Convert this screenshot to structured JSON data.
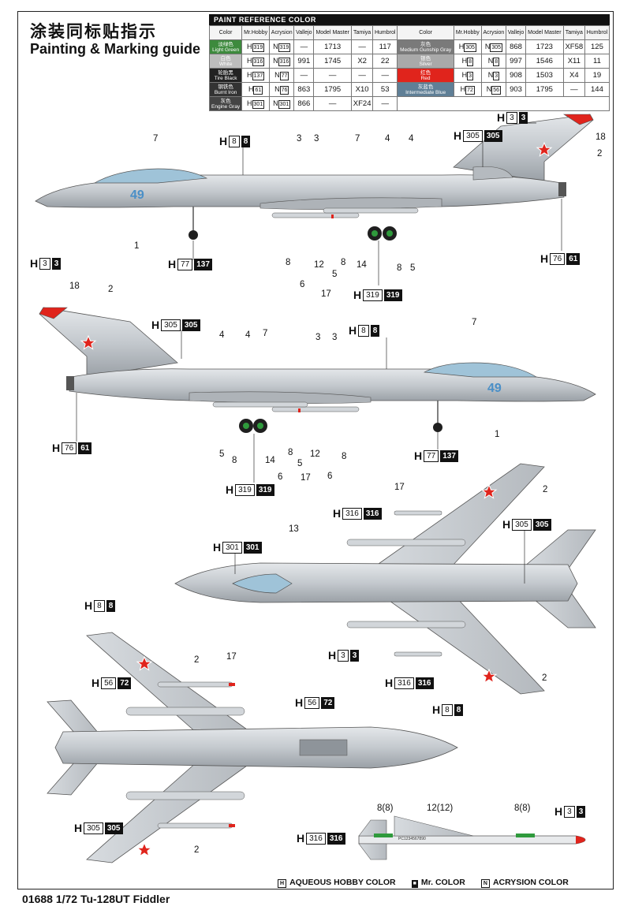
{
  "title_cn": "涂装同标贴指示",
  "title_en": "Painting & Marking guide",
  "paint_table": {
    "header": "PAINT REFERENCE COLOR",
    "columns": [
      "Color",
      "Mr.Hobby",
      "Acrysion",
      "Vallejo",
      "Model Master",
      "Tamiya",
      "Humbrol"
    ],
    "left_rows": [
      {
        "cn": "淡绿色",
        "name": "Light Green",
        "swatch": "#3d8a3d",
        "mrhobby": "H",
        "mrhobby_n": "319",
        "acrysion": "N",
        "acrysion_n": "319",
        "vallejo": "—",
        "model_master": "1713",
        "tamiya": "—",
        "humbrol": "117"
      },
      {
        "cn": "白色",
        "name": "White",
        "swatch": "#bdbdbd",
        "mrhobby": "H",
        "mrhobby_n": "316",
        "acrysion": "N",
        "acrysion_n": "316",
        "vallejo": "991",
        "model_master": "1745",
        "tamiya": "X2",
        "humbrol": "22"
      },
      {
        "cn": "轮胎黑",
        "name": "Tire Black",
        "swatch": "#222222",
        "mrhobby": "H",
        "mrhobby_n": "137",
        "acrysion": "N",
        "acrysion_n": "77",
        "vallejo": "—",
        "model_master": "—",
        "tamiya": "—",
        "humbrol": "—"
      },
      {
        "cn": "钢铁色",
        "name": "Burnt Iron",
        "swatch": "#333333",
        "mrhobby": "H",
        "mrhobby_n": "61",
        "acrysion": "N",
        "acrysion_n": "76",
        "vallejo": "863",
        "model_master": "1795",
        "tamiya": "X10",
        "humbrol": "53"
      },
      {
        "cn": "灰色",
        "name": "Engine Gray",
        "swatch": "#444444",
        "mrhobby": "H",
        "mrhobby_n": "301",
        "acrysion": "N",
        "acrysion_n": "301",
        "vallejo": "866",
        "model_master": "—",
        "tamiya": "XF24",
        "humbrol": "—"
      }
    ],
    "right_rows": [
      {
        "cn": "灰色",
        "name": "Medium Gunship Gray",
        "swatch": "#7a7a7a",
        "mrhobby": "H",
        "mrhobby_n": "305",
        "acrysion": "N",
        "acrysion_n": "305",
        "vallejo": "868",
        "model_master": "1723",
        "tamiya": "XF58",
        "humbrol": "125"
      },
      {
        "cn": "银色",
        "name": "Silver",
        "swatch": "#a9a9a9",
        "mrhobby": "H",
        "mrhobby_n": "8",
        "acrysion": "N",
        "acrysion_n": "8",
        "vallejo": "997",
        "model_master": "1546",
        "tamiya": "X11",
        "humbrol": "11"
      },
      {
        "cn": "红色",
        "name": "Red",
        "swatch": "#e0241c",
        "mrhobby": "H",
        "mrhobby_n": "3",
        "acrysion": "N",
        "acrysion_n": "3",
        "vallejo": "908",
        "model_master": "1503",
        "tamiya": "X4",
        "humbrol": "19"
      },
      {
        "cn": "灰蓝色",
        "name": "Intermediate Blue",
        "swatch": "#5f7f96",
        "mrhobby": "H",
        "mrhobby_n": "72",
        "acrysion": "N",
        "acrysion_n": "56",
        "vallejo": "903",
        "model_master": "1795",
        "tamiya": "—",
        "humbrol": "144"
      }
    ]
  },
  "callouts": {
    "top_h8": {
      "h": "H",
      "n": "8",
      "b": "8"
    },
    "top_h305": {
      "h": "H",
      "n": "305",
      "b": "305"
    },
    "top_h3": {
      "h": "H",
      "n": "3",
      "b": "3"
    },
    "top_h77": {
      "h": "H",
      "n": "77",
      "b": "137"
    },
    "top_h319": {
      "h": "H",
      "n": "319",
      "b": "319"
    },
    "top_h76": {
      "h": "H",
      "n": "76",
      "b": "61"
    },
    "mid_h3": {
      "h": "H",
      "n": "3",
      "b": "3"
    },
    "mid_h305": {
      "h": "H",
      "n": "305",
      "b": "305"
    },
    "mid_h8": {
      "h": "H",
      "n": "8",
      "b": "8"
    },
    "mid_h76": {
      "h": "H",
      "n": "76",
      "b": "61"
    },
    "mid_h77": {
      "h": "H",
      "n": "77",
      "b": "137"
    },
    "mid_h319": {
      "h": "H",
      "n": "319",
      "b": "319"
    },
    "top_view_h316": {
      "h": "H",
      "n": "316",
      "b": "316"
    },
    "top_view_h301": {
      "h": "H",
      "n": "301",
      "b": "301"
    },
    "top_view_h305": {
      "h": "H",
      "n": "305",
      "b": "305"
    },
    "top_view_h3": {
      "h": "H",
      "n": "3",
      "b": "3"
    },
    "top_view_h316b": {
      "h": "H",
      "n": "316",
      "b": "316"
    },
    "top_view_h8": {
      "h": "H",
      "n": "8",
      "b": "8"
    },
    "bottom_h8": {
      "h": "H",
      "n": "8",
      "b": "8"
    },
    "bottom_h56a": {
      "h": "H",
      "n": "56",
      "b": "72"
    },
    "bottom_h56b": {
      "h": "H",
      "n": "56",
      "b": "72"
    },
    "bottom_h305": {
      "h": "H",
      "n": "305",
      "b": "305"
    },
    "missile_h3": {
      "h": "H",
      "n": "3",
      "b": "3"
    },
    "missile_h316": {
      "h": "H",
      "n": "316",
      "b": "316"
    }
  },
  "side_number": "49",
  "missile_labels": {
    "left": "8(8)",
    "center": "12(12)",
    "right": "8(8)"
  },
  "missile_text": "PC1234567890",
  "footer": {
    "legend": [
      {
        "mark": "H",
        "text": "AQUEOUS HOBBY COLOR"
      },
      {
        "mark": "■",
        "text": "Mr. COLOR"
      },
      {
        "mark": "N",
        "text": "ACRYSION COLOR"
      }
    ],
    "kit_title": "01688 1/72 Tu-128UT Fiddler"
  },
  "colors": {
    "silver": "#c9cdd1",
    "red": "#e0241c",
    "canopy_blue": "#9fc3d8",
    "green": "#2f9a3c",
    "tire": "#1f1f1f"
  }
}
